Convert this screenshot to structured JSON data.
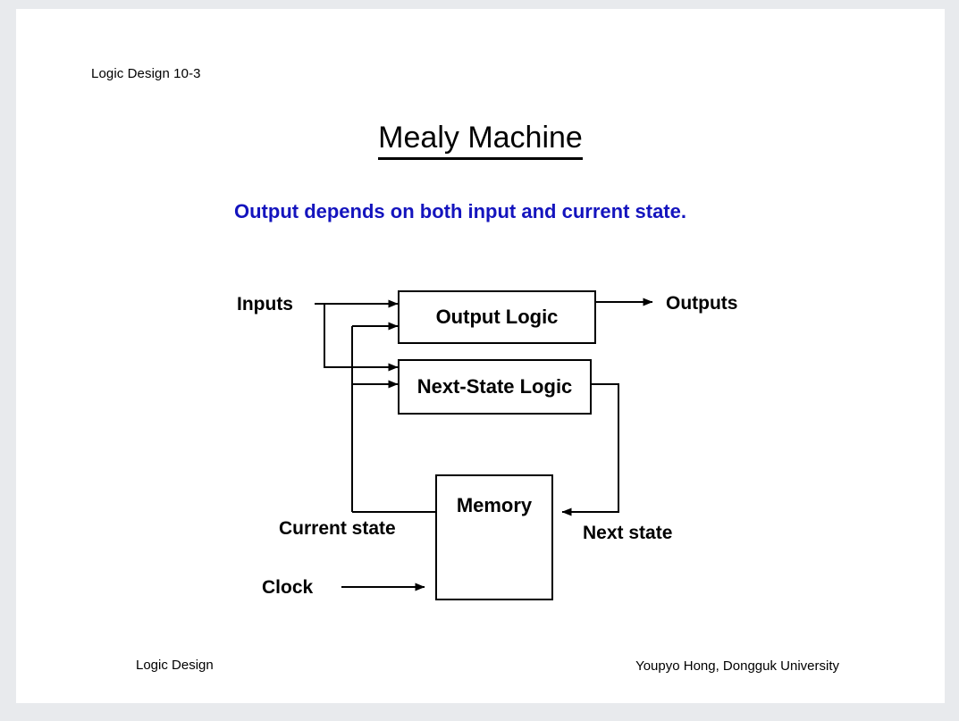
{
  "page": {
    "background_color": "#e8eaed",
    "sheet_color": "#ffffff"
  },
  "header": {
    "text": "Logic Design 10-3"
  },
  "title": {
    "text": "Mealy Machine",
    "underlined": true
  },
  "subtitle": {
    "text": "Output depends on both input and current state.",
    "color": "#1414be"
  },
  "diagram": {
    "boxes": [
      {
        "id": "output-logic",
        "label": "Output Logic"
      },
      {
        "id": "next-state-logic",
        "label": "Next-State Logic"
      },
      {
        "id": "memory",
        "label": "Memory"
      }
    ],
    "labels": [
      {
        "id": "inputs",
        "text": "Inputs"
      },
      {
        "id": "outputs",
        "text": "Outputs"
      },
      {
        "id": "current-state",
        "text": "Current state"
      },
      {
        "id": "next-state",
        "text": "Next state"
      },
      {
        "id": "clock",
        "text": "Clock"
      }
    ],
    "line_color": "#000000"
  },
  "footer": {
    "left": "Logic Design",
    "right": "Youpyo Hong, Dongguk University"
  }
}
